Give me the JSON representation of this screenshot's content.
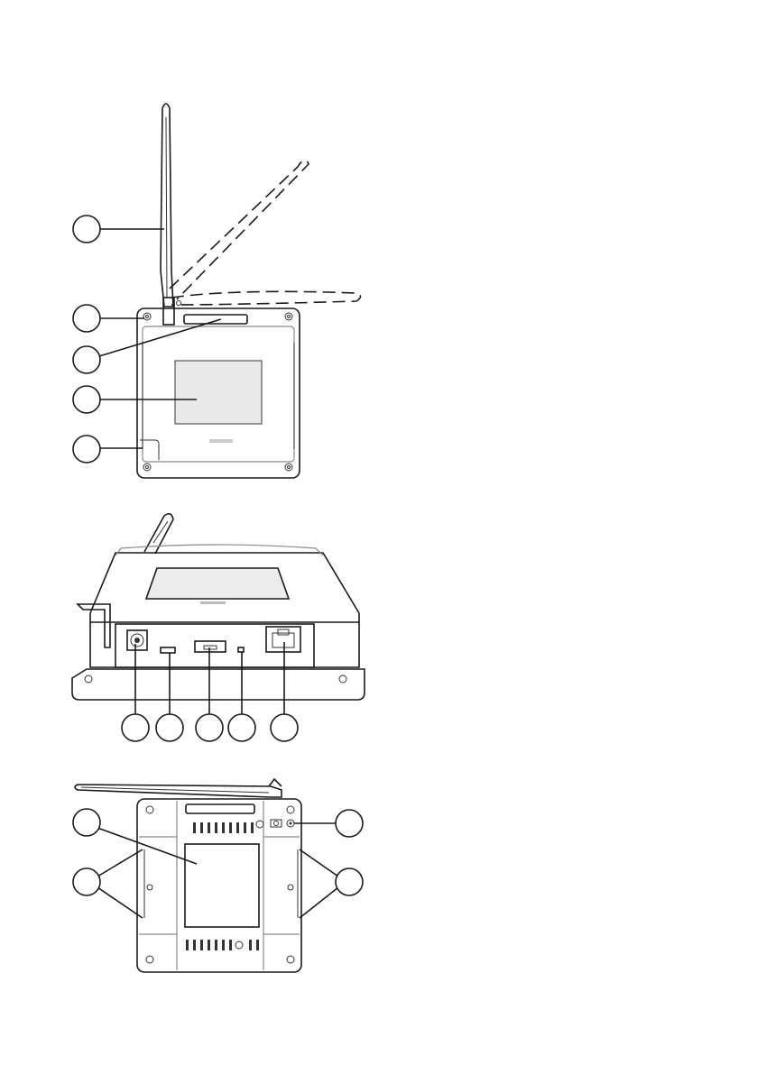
{
  "figure": {
    "title": "",
    "views": [
      {
        "id": "front-view",
        "callouts": [
          {
            "label": "",
            "part": "antenna"
          },
          {
            "label": "",
            "part": "status-led"
          },
          {
            "label": "",
            "part": "top-slot"
          },
          {
            "label": "",
            "part": "display-window"
          },
          {
            "label": "",
            "part": "corner-latch"
          }
        ]
      },
      {
        "id": "side-view",
        "callouts": [
          {
            "label": "",
            "part": "power-jack"
          },
          {
            "label": "",
            "part": "usb-port"
          },
          {
            "label": "",
            "part": "network-port"
          },
          {
            "label": "",
            "part": "reset-hole"
          },
          {
            "label": "",
            "part": "rj45-port"
          }
        ]
      },
      {
        "id": "back-view",
        "callouts": [
          {
            "label": "",
            "part": "rear-label-plate"
          },
          {
            "label": "",
            "part": "left-mounting-slots"
          },
          {
            "label": "",
            "part": "screw-terminal"
          },
          {
            "label": "",
            "part": "right-mounting-slots"
          }
        ]
      }
    ]
  }
}
